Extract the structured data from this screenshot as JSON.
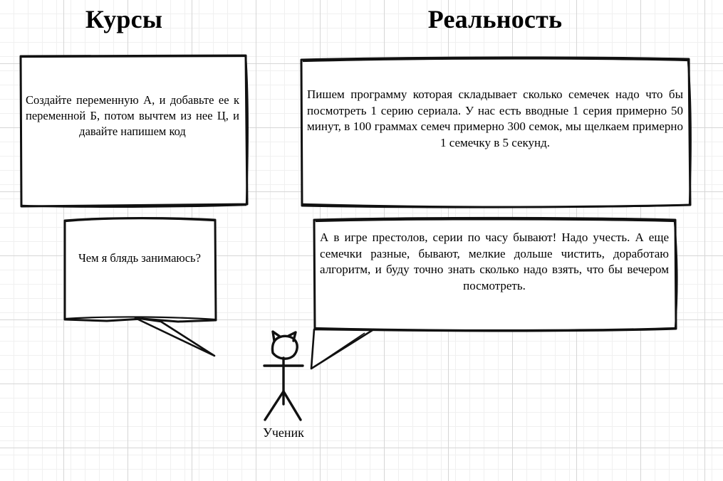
{
  "meta": {
    "kind": "comic-meme",
    "background": "graph-paper",
    "ink_color": "#000000",
    "grid_minor_color": "#f0f0f0",
    "grid_major_color": "#d6d6d6",
    "paper_color": "#ffffff"
  },
  "headings": {
    "left": "Курсы",
    "right": "Реальность"
  },
  "panels": {
    "course_box": {
      "text": "Создайте переменную А, и добавьте ее к переменной Б, потом вычтем из нее Ц, и давайте напишем код"
    },
    "course_bubble": {
      "text": "Чем я блядь занимаюсь?"
    },
    "reality_box": {
      "text": "Пишем программу которая складывает сколько семечек надо что бы посмотреть 1 серию сериала. У нас есть вводные 1 серия примерно 50 минут, в 100 граммах семеч примерно 300 семок, мы щелкаем примерно 1 семечку в 5 секунд."
    },
    "reality_bubble": {
      "text": "А в игре престолов, серии по часу бывают! Надо учесть. А еще семечки разные, бывают, мелкие дольше чистить, доработаю алгоритм, и буду точно знать сколько надо взять, что бы вечером посмотреть."
    }
  },
  "character": {
    "label": "Ученик",
    "icon": "stick-figure-cat-head"
  }
}
